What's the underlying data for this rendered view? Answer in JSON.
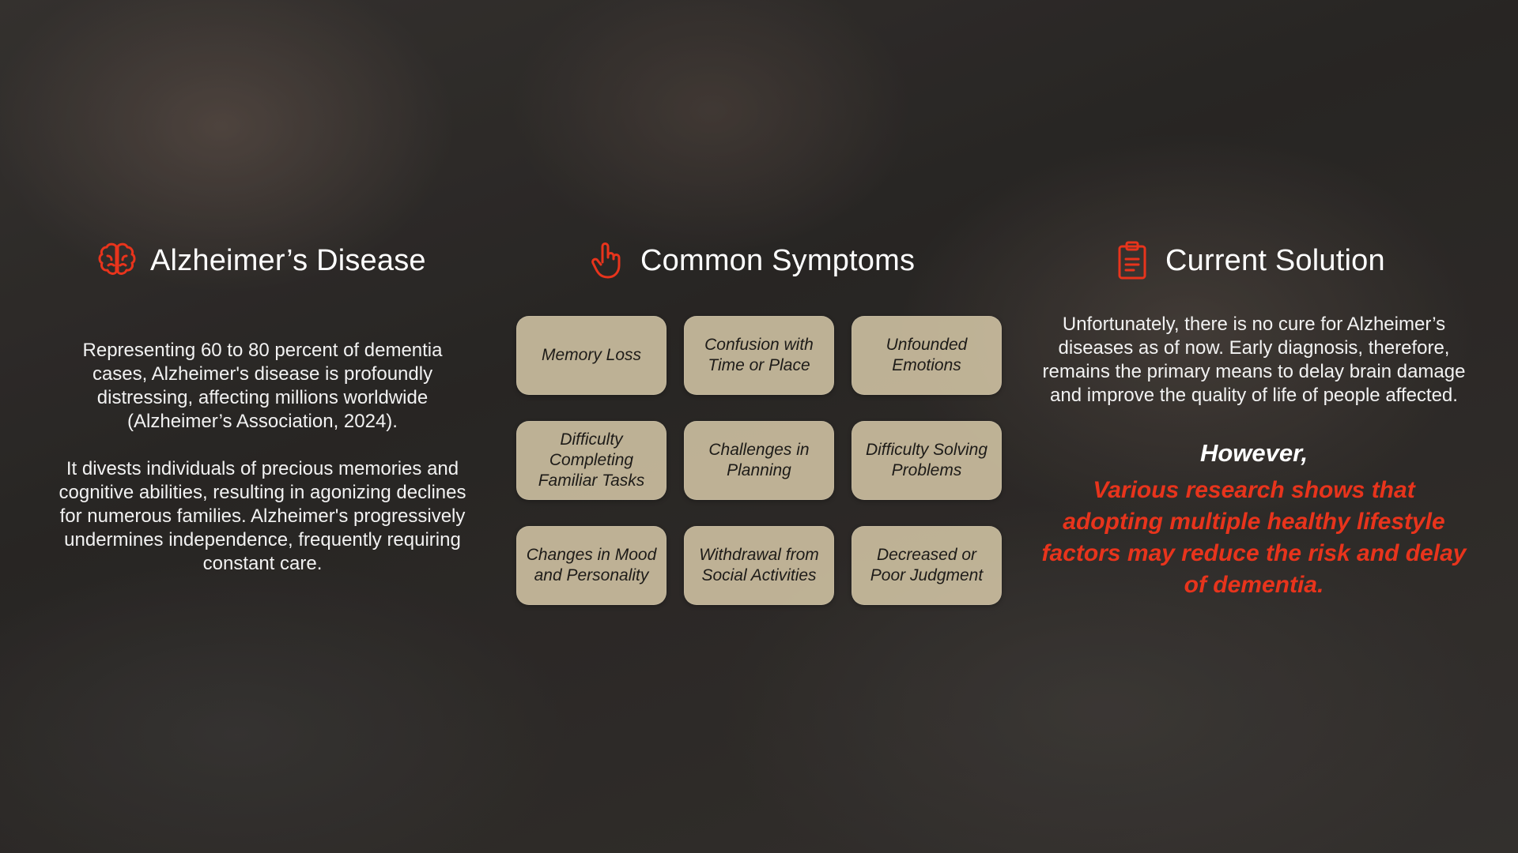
{
  "sections": {
    "disease": {
      "title": "Alzheimer’s Disease",
      "icon": "brain-icon",
      "paragraph1": "Representing 60 to 80 percent of dementia cases, Alzheimer's disease is profoundly distressing, affecting millions worldwide (Alzheimer’s Association, 2024).",
      "paragraph2": "It divests individuals of precious memories and cognitive abilities, resulting in agonizing declines for numerous families. Alzheimer's progressively undermines independence, frequently requiring constant care."
    },
    "symptoms": {
      "title": "Common Symptoms",
      "icon": "pointing-hand-icon",
      "items": [
        "Memory Loss",
        "Confusion with Time or Place",
        "Unfounded Emotions",
        "Difficulty Completing Familiar Tasks",
        "Challenges in Planning",
        "Difficulty Solving Problems",
        "Changes in Mood and Personality",
        "Withdrawal from Social Activities",
        "Decreased or Poor Judgment"
      ]
    },
    "solution": {
      "title": "Current Solution",
      "icon": "clipboard-icon",
      "paragraph": "Unfortunately, there is no cure for Alzheimer’s diseases as of now. Early diagnosis, therefore, remains the primary means to delay brain damage and improve the quality of life of people affected.",
      "however": "However,",
      "highlight": "Various research shows that adopting multiple healthy lifestyle factors may reduce the risk and delay of dementia."
    }
  },
  "colors": {
    "accent": "#e8341c",
    "card": "#d6c8a8",
    "text": "#ffffff"
  }
}
